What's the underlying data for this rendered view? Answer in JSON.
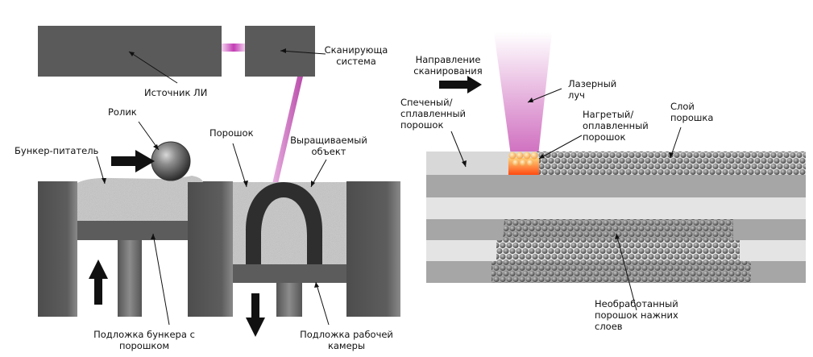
{
  "labels": {
    "laser_source": "Источник ЛИ",
    "scanning_system": [
      "Сканирующа",
      "система"
    ],
    "roller": "Ролик",
    "powder": "Порошок",
    "grown_object": [
      "Выращиваемый",
      "объект"
    ],
    "feed_hopper": "Бункер-питатель",
    "hopper_substrate": [
      "Подложка бункера с",
      "порошком"
    ],
    "chamber_substrate": [
      "Подложка рабочей",
      "камеры"
    ],
    "scan_direction": [
      "Направление",
      "сканирования"
    ],
    "laser_beam": [
      "Лазерный",
      "луч"
    ],
    "sintered_powder": [
      "Спеченый/",
      "сплавленный",
      "порошок"
    ],
    "heated_powder": [
      "Нагретый/",
      "оплавленный",
      "порошок"
    ],
    "powder_layer": [
      "Слой",
      "порошка"
    ],
    "unprocessed_powder": [
      "Необработанный",
      "порошок нажних",
      "слоев"
    ]
  },
  "colors": {
    "machine_dark": "#5a5a5a",
    "machine_darker": "#3a3a3a",
    "powder_fill": "#c8c8c8",
    "object_dark": "#2e2e2e",
    "laser": "#c23db4",
    "sinter_hot": "#f07a20",
    "layer_light": "#e6e6e6",
    "layer_gray": "#a6a6a6"
  }
}
